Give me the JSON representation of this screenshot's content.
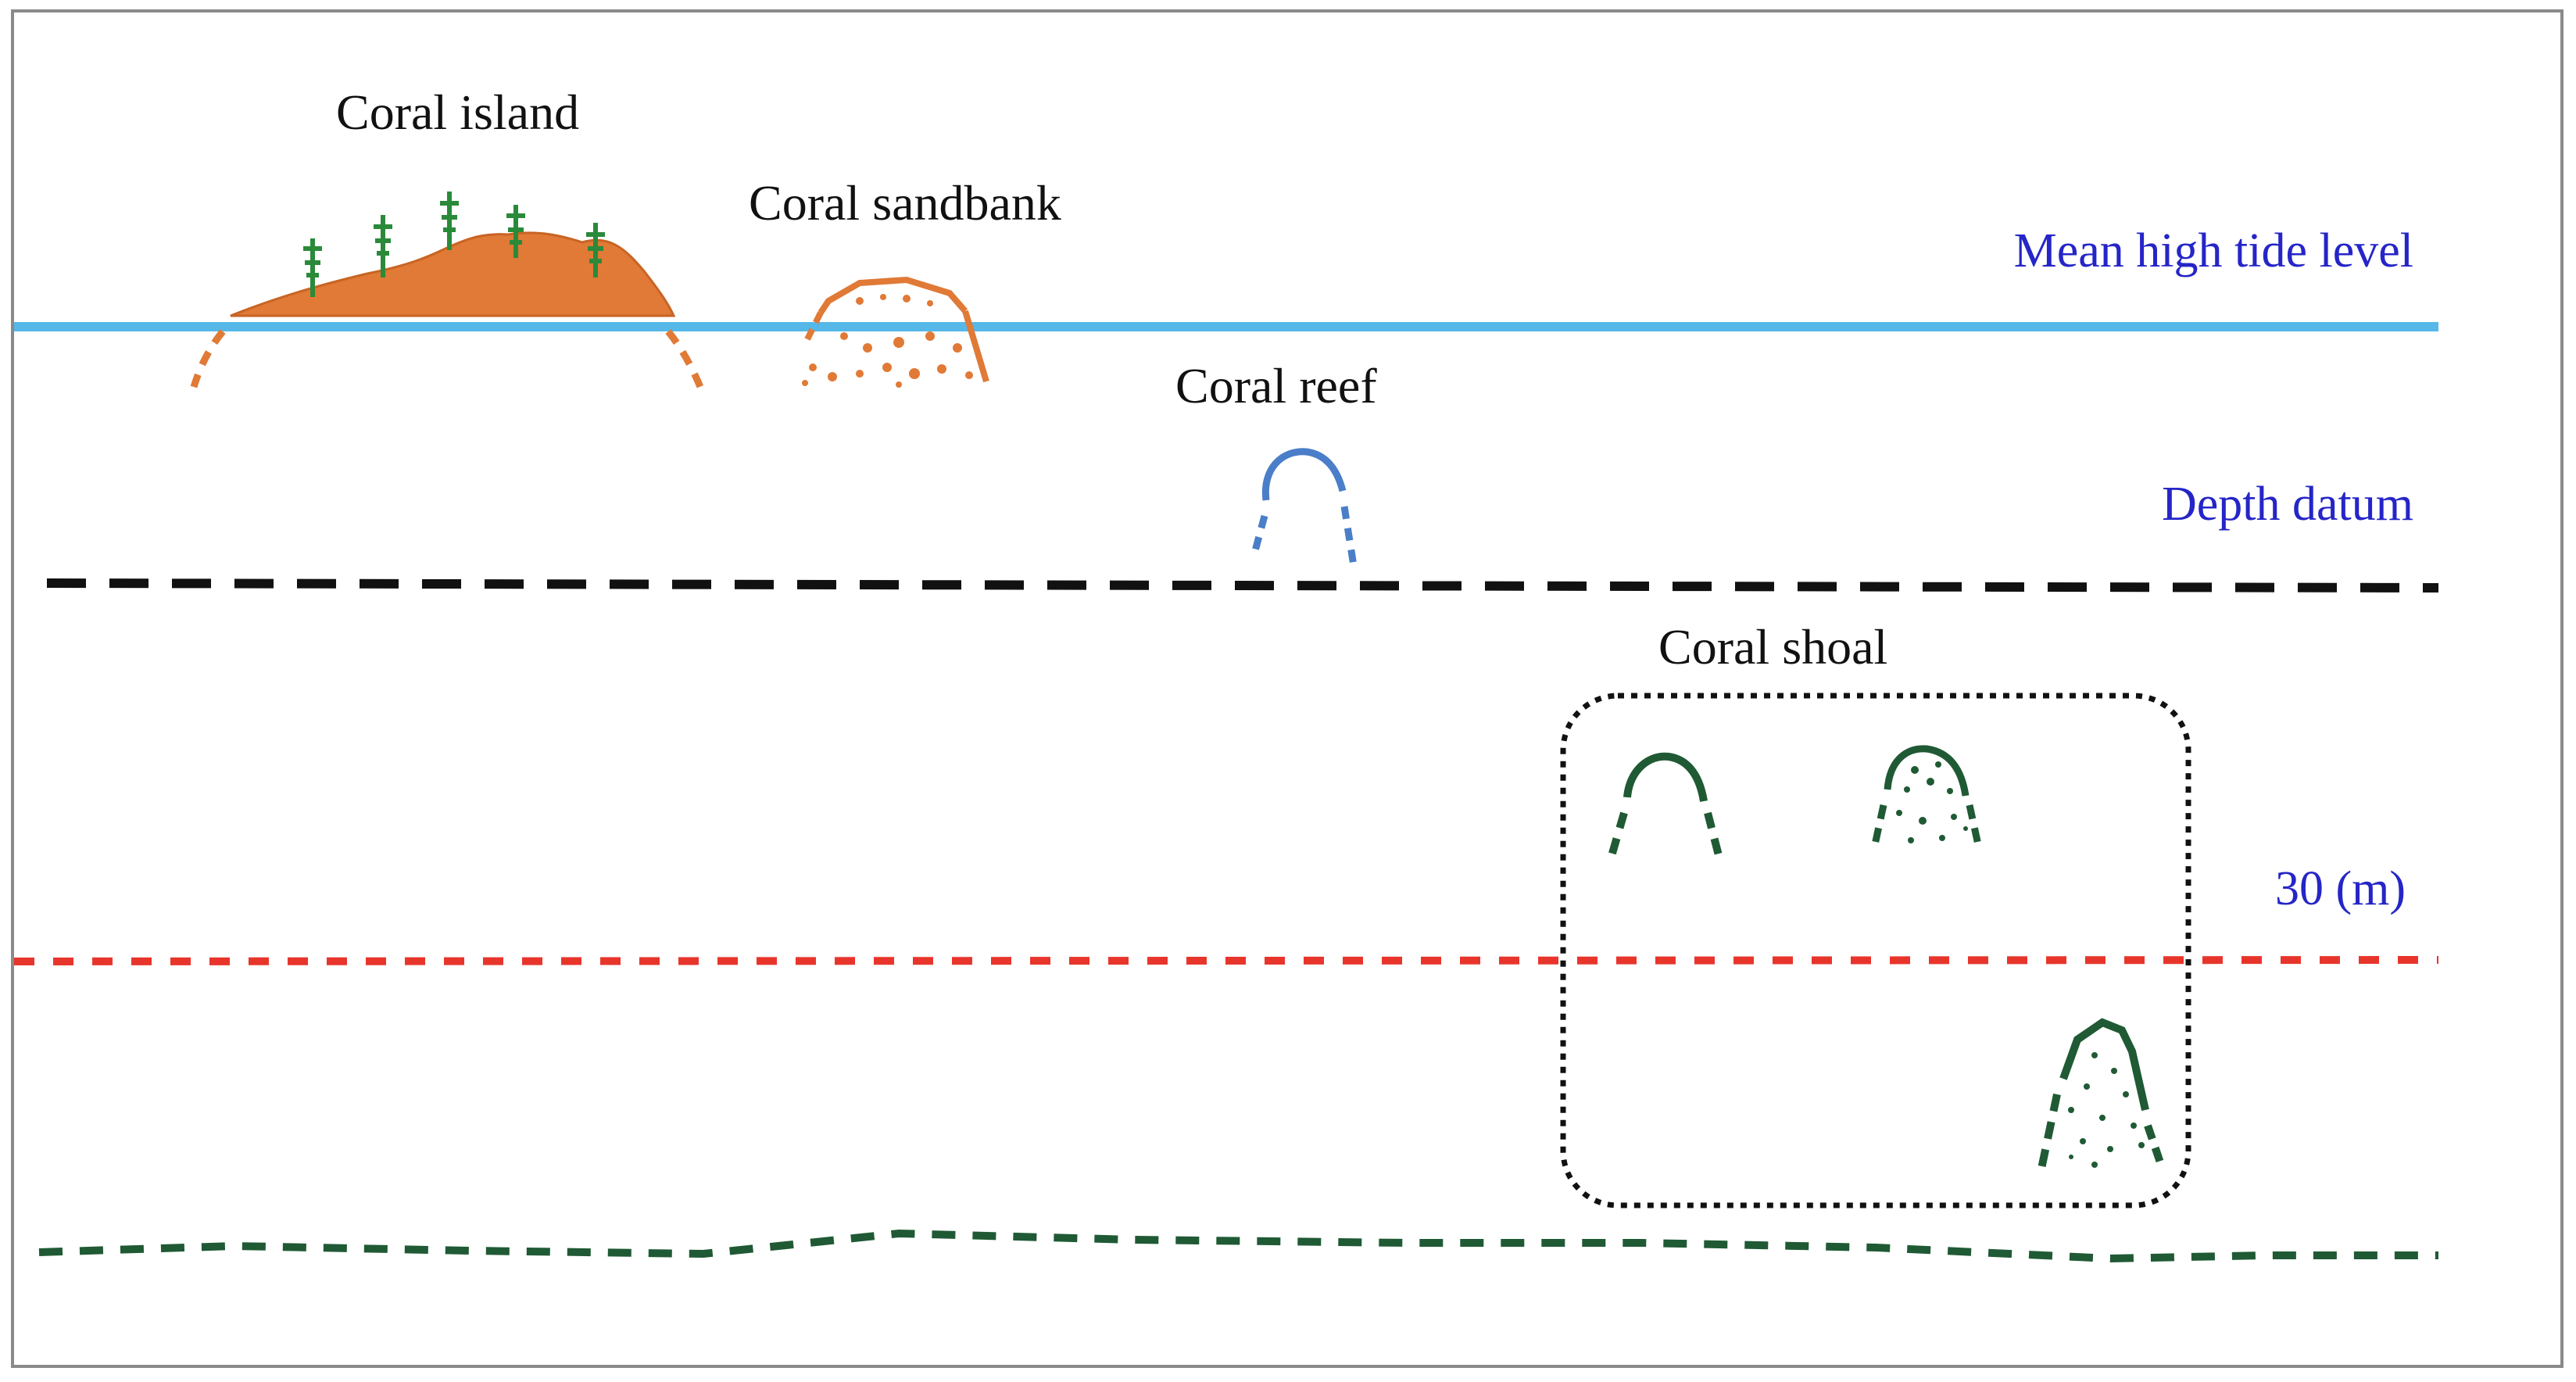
{
  "labels": {
    "coral_island": "Coral island",
    "coral_sandbank": "Coral sandbank",
    "coral_reef": "Coral reef",
    "coral_shoal": "Coral shoal",
    "mean_high_tide": "Mean high tide level",
    "depth_datum": "Depth datum",
    "depth_30": "30 (m)"
  },
  "colors": {
    "tide_line": "#55b8e8",
    "depth_datum_line": "#111111",
    "depth_30_line": "#e8352c",
    "seabed_line": "#1f5a34",
    "island_fill": "#e07a36",
    "tree": "#2a8a3a",
    "reef": "#4a7ec8",
    "shoal": "#1f5a34",
    "label_text": "#111111",
    "level_text": "#2525c8",
    "frame": "#8a8a8a"
  },
  "icons": {
    "island": "island-with-trees-icon",
    "sandbank": "sandbank-mound-icon",
    "reef": "reef-arch-icon",
    "shoal": "shoal-mound-icon"
  }
}
